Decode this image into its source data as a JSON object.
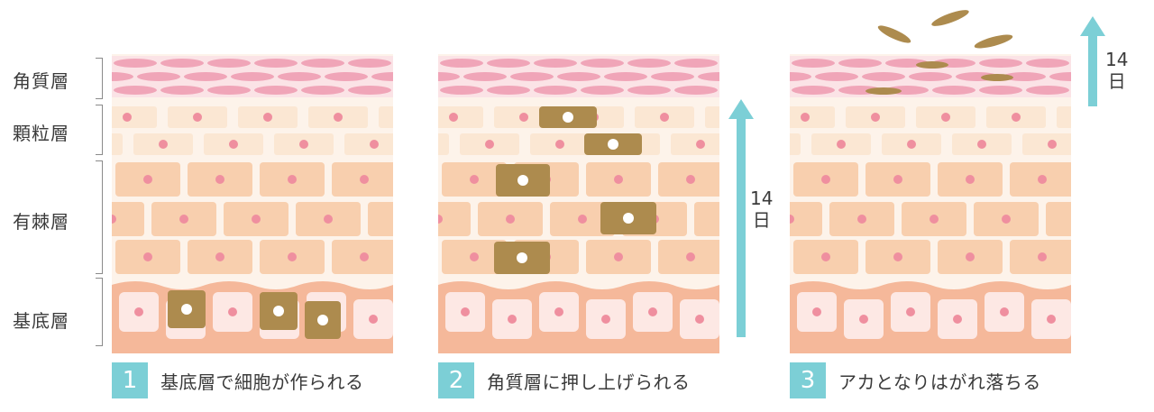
{
  "layers": {
    "stratum_corneum": "角質層",
    "granular": "顆粒層",
    "spinous": "有棘層",
    "basal": "基底層"
  },
  "steps": [
    {
      "number": "1",
      "text": "基底層で細胞が作られる"
    },
    {
      "number": "2",
      "text": "角質層に押し上げられる"
    },
    {
      "number": "3",
      "text": "アカとなりはがれ落ちる"
    }
  ],
  "period": {
    "number": "14",
    "unit": "日"
  },
  "colors": {
    "corneum_pink": "#f0a5b8",
    "corneum_bg": "#fbe3e6",
    "granular_cell": "#fbe7d3",
    "spinous_cell": "#f8cfae",
    "basal_bg": "#f5b89a",
    "basal_cell": "#fde8e4",
    "nucleus": "#ef8f9f",
    "marked_cell": "#ad8b4e",
    "arrow": "#7ccfd6"
  }
}
